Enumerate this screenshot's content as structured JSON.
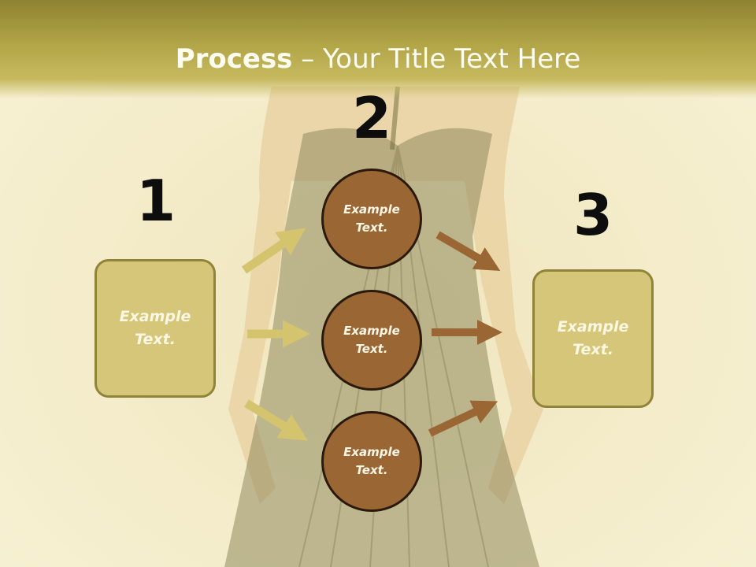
{
  "title": {
    "bold": "Process",
    "rest": " – Your Title Text Here"
  },
  "steps": {
    "one": "1",
    "two": "2",
    "three": "3"
  },
  "left_box": "Example Text.",
  "right_box": "Example Text.",
  "circles": [
    "Example Text.",
    "Example Text.",
    "Example Text."
  ],
  "colors": {
    "title_band": "#b2a548",
    "box_fill": "#d5c67a",
    "circle_fill": "#9a6633",
    "arrow_left": "#d4c46e",
    "arrow_right": "#9a6633"
  }
}
